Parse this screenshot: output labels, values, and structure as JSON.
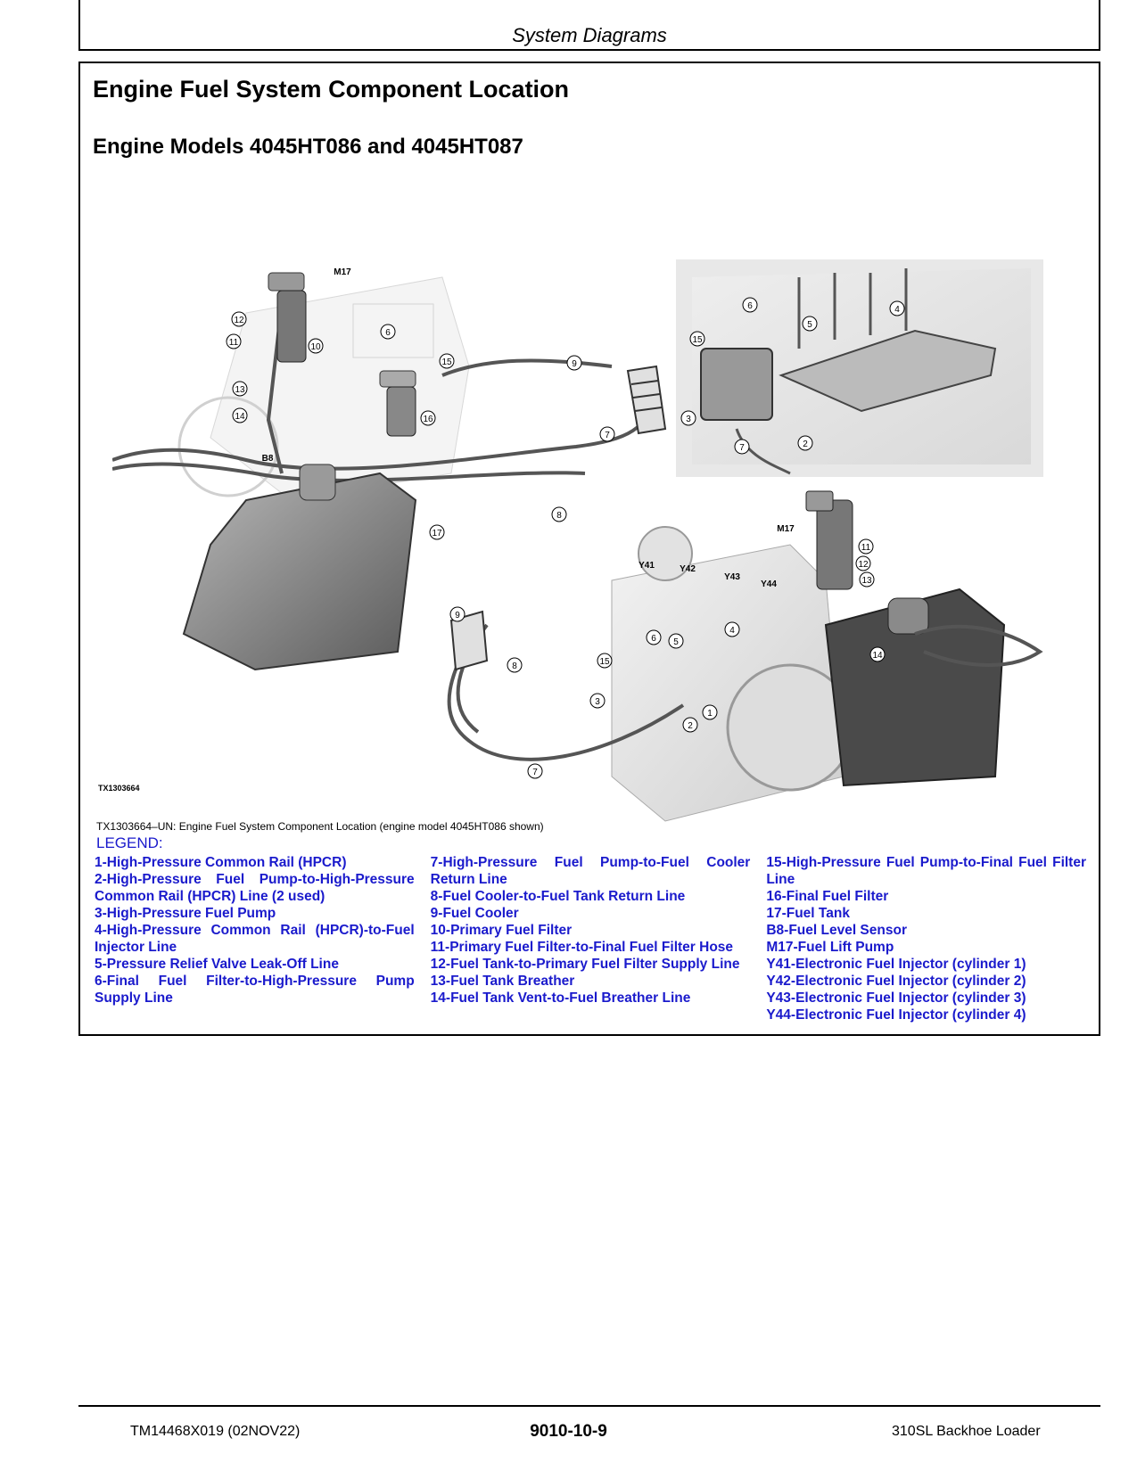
{
  "header": {
    "section_title": "System Diagrams"
  },
  "content": {
    "title": "Engine Fuel System Component Location",
    "subtitle": "Engine Models 4045HT086 and 4045HT087",
    "figure_id": "TX1303664",
    "caption": "TX1303664–UN: Engine Fuel System Component Location (engine model 4045HT086 shown)",
    "legend_title": "LEGEND:",
    "legend_columns": [
      [
        "1-High-Pressure Common Rail (HPCR)",
        "2-High-Pressure Fuel Pump-to-High-Pressure Common Rail (HPCR) Line (2 used)",
        "3-High-Pressure Fuel Pump",
        "4-High-Pressure Common Rail (HPCR)-to-Fuel Injector Line",
        "5-Pressure Relief Valve Leak-Off Line",
        "6-Final Fuel Filter-to-High-Pressure Pump Supply Line"
      ],
      [
        "7-High-Pressure Fuel Pump-to-Fuel Cooler Return Line",
        "8-Fuel Cooler-to-Fuel Tank Return Line",
        "9-Fuel Cooler",
        "10-Primary Fuel Filter",
        "11-Primary Fuel Filter-to-Final Fuel Filter Hose",
        "12-Fuel Tank-to-Primary Fuel Filter Supply Line",
        "13-Fuel Tank Breather",
        "14-Fuel Tank Vent-to-Fuel Breather Line"
      ],
      [
        "15-High-Pressure Fuel Pump-to-Final Fuel Filter Line",
        "16-Final Fuel Filter",
        "17-Fuel Tank",
        "B8-Fuel Level Sensor",
        "M17-Fuel Lift Pump",
        "Y41-Electronic Fuel Injector (cylinder 1)",
        "Y42-Electronic Fuel Injector (cylinder 2)",
        "Y43-Electronic Fuel Injector (cylinder 3)",
        "Y44-Electronic Fuel Injector (cylinder 4)"
      ]
    ],
    "callouts": {
      "c1": "1",
      "c2": "2",
      "c3": "3",
      "c4": "4",
      "c5": "5",
      "c6": "6",
      "c7": "7",
      "c8": "8",
      "c9": "9",
      "c10": "10",
      "c11": "11",
      "c12": "12",
      "c13": "13",
      "c14": "14",
      "c15": "15",
      "c16": "16",
      "c17": "17",
      "m17": "M17",
      "b8": "B8",
      "y41": "Y41",
      "y42": "Y42",
      "y43": "Y43",
      "y44": "Y44"
    }
  },
  "footer": {
    "left": "TM14468X019 (02NOV22)",
    "center": "9010-10-9",
    "right": "310SL Backhoe Loader"
  }
}
